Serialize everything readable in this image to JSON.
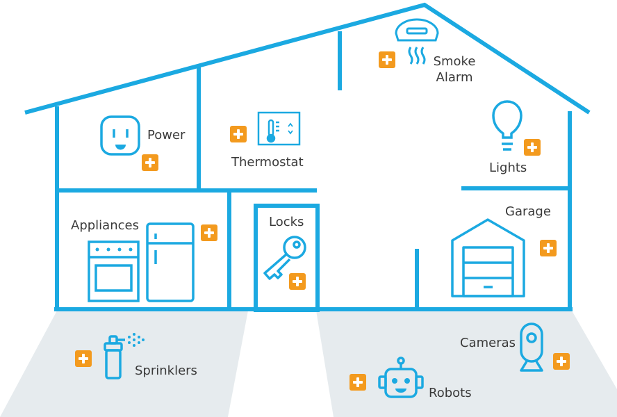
{
  "colors": {
    "accent_blue": "#1ba9e1",
    "add_orange": "#f39a1e",
    "ground_gray": "#e6ebee",
    "label_text": "#3a3a3a"
  },
  "features": [
    {
      "key": "power",
      "label": "Power",
      "icon": "power-outlet-icon"
    },
    {
      "key": "thermostat",
      "label": "Thermostat",
      "icon": "thermostat-icon"
    },
    {
      "key": "smoke",
      "label_line1": "Smoke",
      "label_line2": "Alarm",
      "icon": "smoke-alarm-icon"
    },
    {
      "key": "lights",
      "label": "Lights",
      "icon": "light-bulb-icon"
    },
    {
      "key": "appliances",
      "label": "Appliances",
      "icon": "oven-and-fridge-icon"
    },
    {
      "key": "locks",
      "label": "Locks",
      "icon": "key-icon"
    },
    {
      "key": "garage",
      "label": "Garage",
      "icon": "garage-door-icon"
    },
    {
      "key": "sprinklers",
      "label": "Sprinklers",
      "icon": "sprinkler-icon"
    },
    {
      "key": "cameras",
      "label": "Cameras",
      "icon": "camera-icon"
    },
    {
      "key": "robots",
      "label": "Robots",
      "icon": "robot-icon"
    }
  ]
}
